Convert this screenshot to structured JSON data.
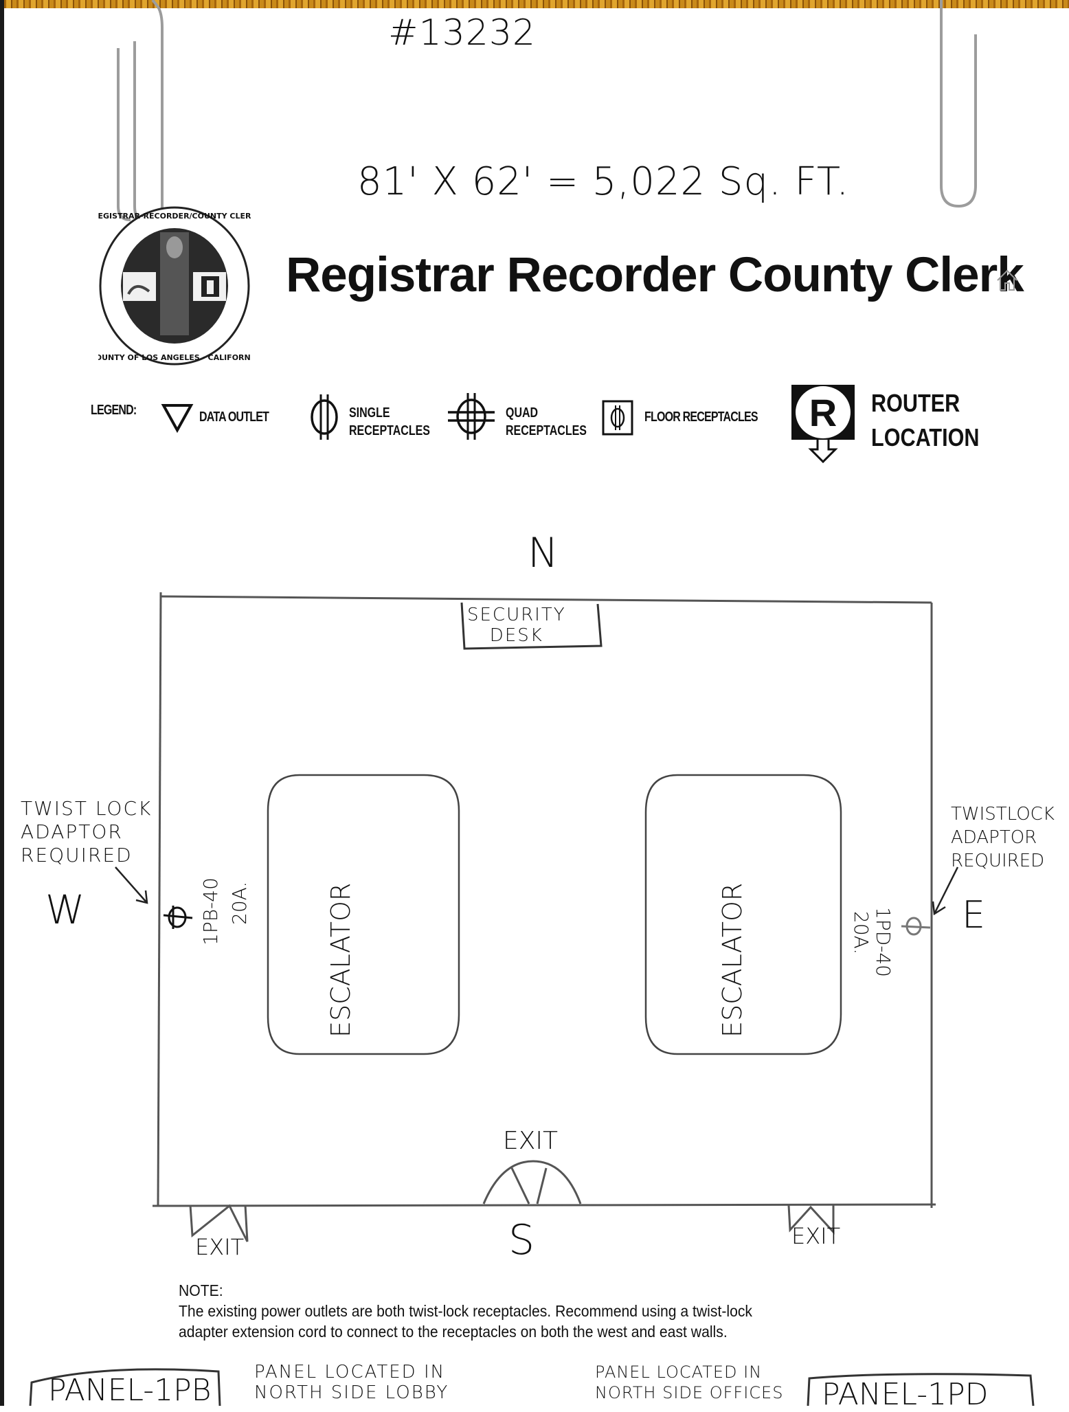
{
  "document": {
    "number": "#13232",
    "area": "81' X 62' = 5,022 Sq. FT.",
    "title": "Registrar Recorder County Clerk",
    "seal_text": "REGISTRAR-RECORDER/COUNTY CLERK • COUNTY OF LOS ANGELES • CALIFORNIA"
  },
  "icons": {
    "home": "home-icon",
    "seal": "county-seal"
  },
  "legend": {
    "label": "LEGEND:",
    "items": [
      {
        "icon": "data-outlet-icon",
        "label": "DATA OUTLET"
      },
      {
        "icon": "single-receptacle-icon",
        "label_line1": "SINGLE",
        "label_line2": "RECEPTACLES"
      },
      {
        "icon": "quad-receptacle-icon",
        "label_line1": "QUAD",
        "label_line2": "RECEPTACLES"
      },
      {
        "icon": "floor-receptacle-icon",
        "label": "FLOOR RECEPTACLES"
      },
      {
        "icon": "router-icon",
        "label_line1": "ROUTER",
        "label_line2": "LOCATION"
      }
    ]
  },
  "floor_plan": {
    "compass": {
      "north": "N",
      "south": "S",
      "west": "W",
      "east": "E"
    },
    "security_desk": {
      "line1": "SECURITY",
      "line2": "DESK"
    },
    "escalators": [
      "ESCALATOR",
      "ESCALATOR"
    ],
    "west_outlet": {
      "circuit": "1PB-40",
      "amps": "20A.",
      "note_line1": "TWIST LOCK",
      "note_line2": "ADAPTOR",
      "note_line3": "REQUIRED"
    },
    "east_outlet": {
      "circuit": "1PD-40",
      "amps": "20A.",
      "note_line1": "TWISTLOCK",
      "note_line2": "ADAPTOR",
      "note_line3": "REQUIRED"
    },
    "exits": [
      "EXIT",
      "EXIT",
      "EXIT"
    ]
  },
  "note": {
    "heading": "NOTE:",
    "line1": "The existing power outlets are both twist-lock receptacles. Recommend using a twist-lock",
    "line2": "adapter extension cord to connect to the receptacles on both the west and east walls."
  },
  "panels": {
    "left": {
      "name": "PANEL-1PB",
      "location_line1": "PANEL LOCATED IN",
      "location_line2": "NORTH SIDE LOBBY"
    },
    "right": {
      "name": "PANEL-1PD",
      "location_line1": "PANEL LOCATED IN",
      "location_line2": "NORTH SIDE OFFICES"
    }
  }
}
